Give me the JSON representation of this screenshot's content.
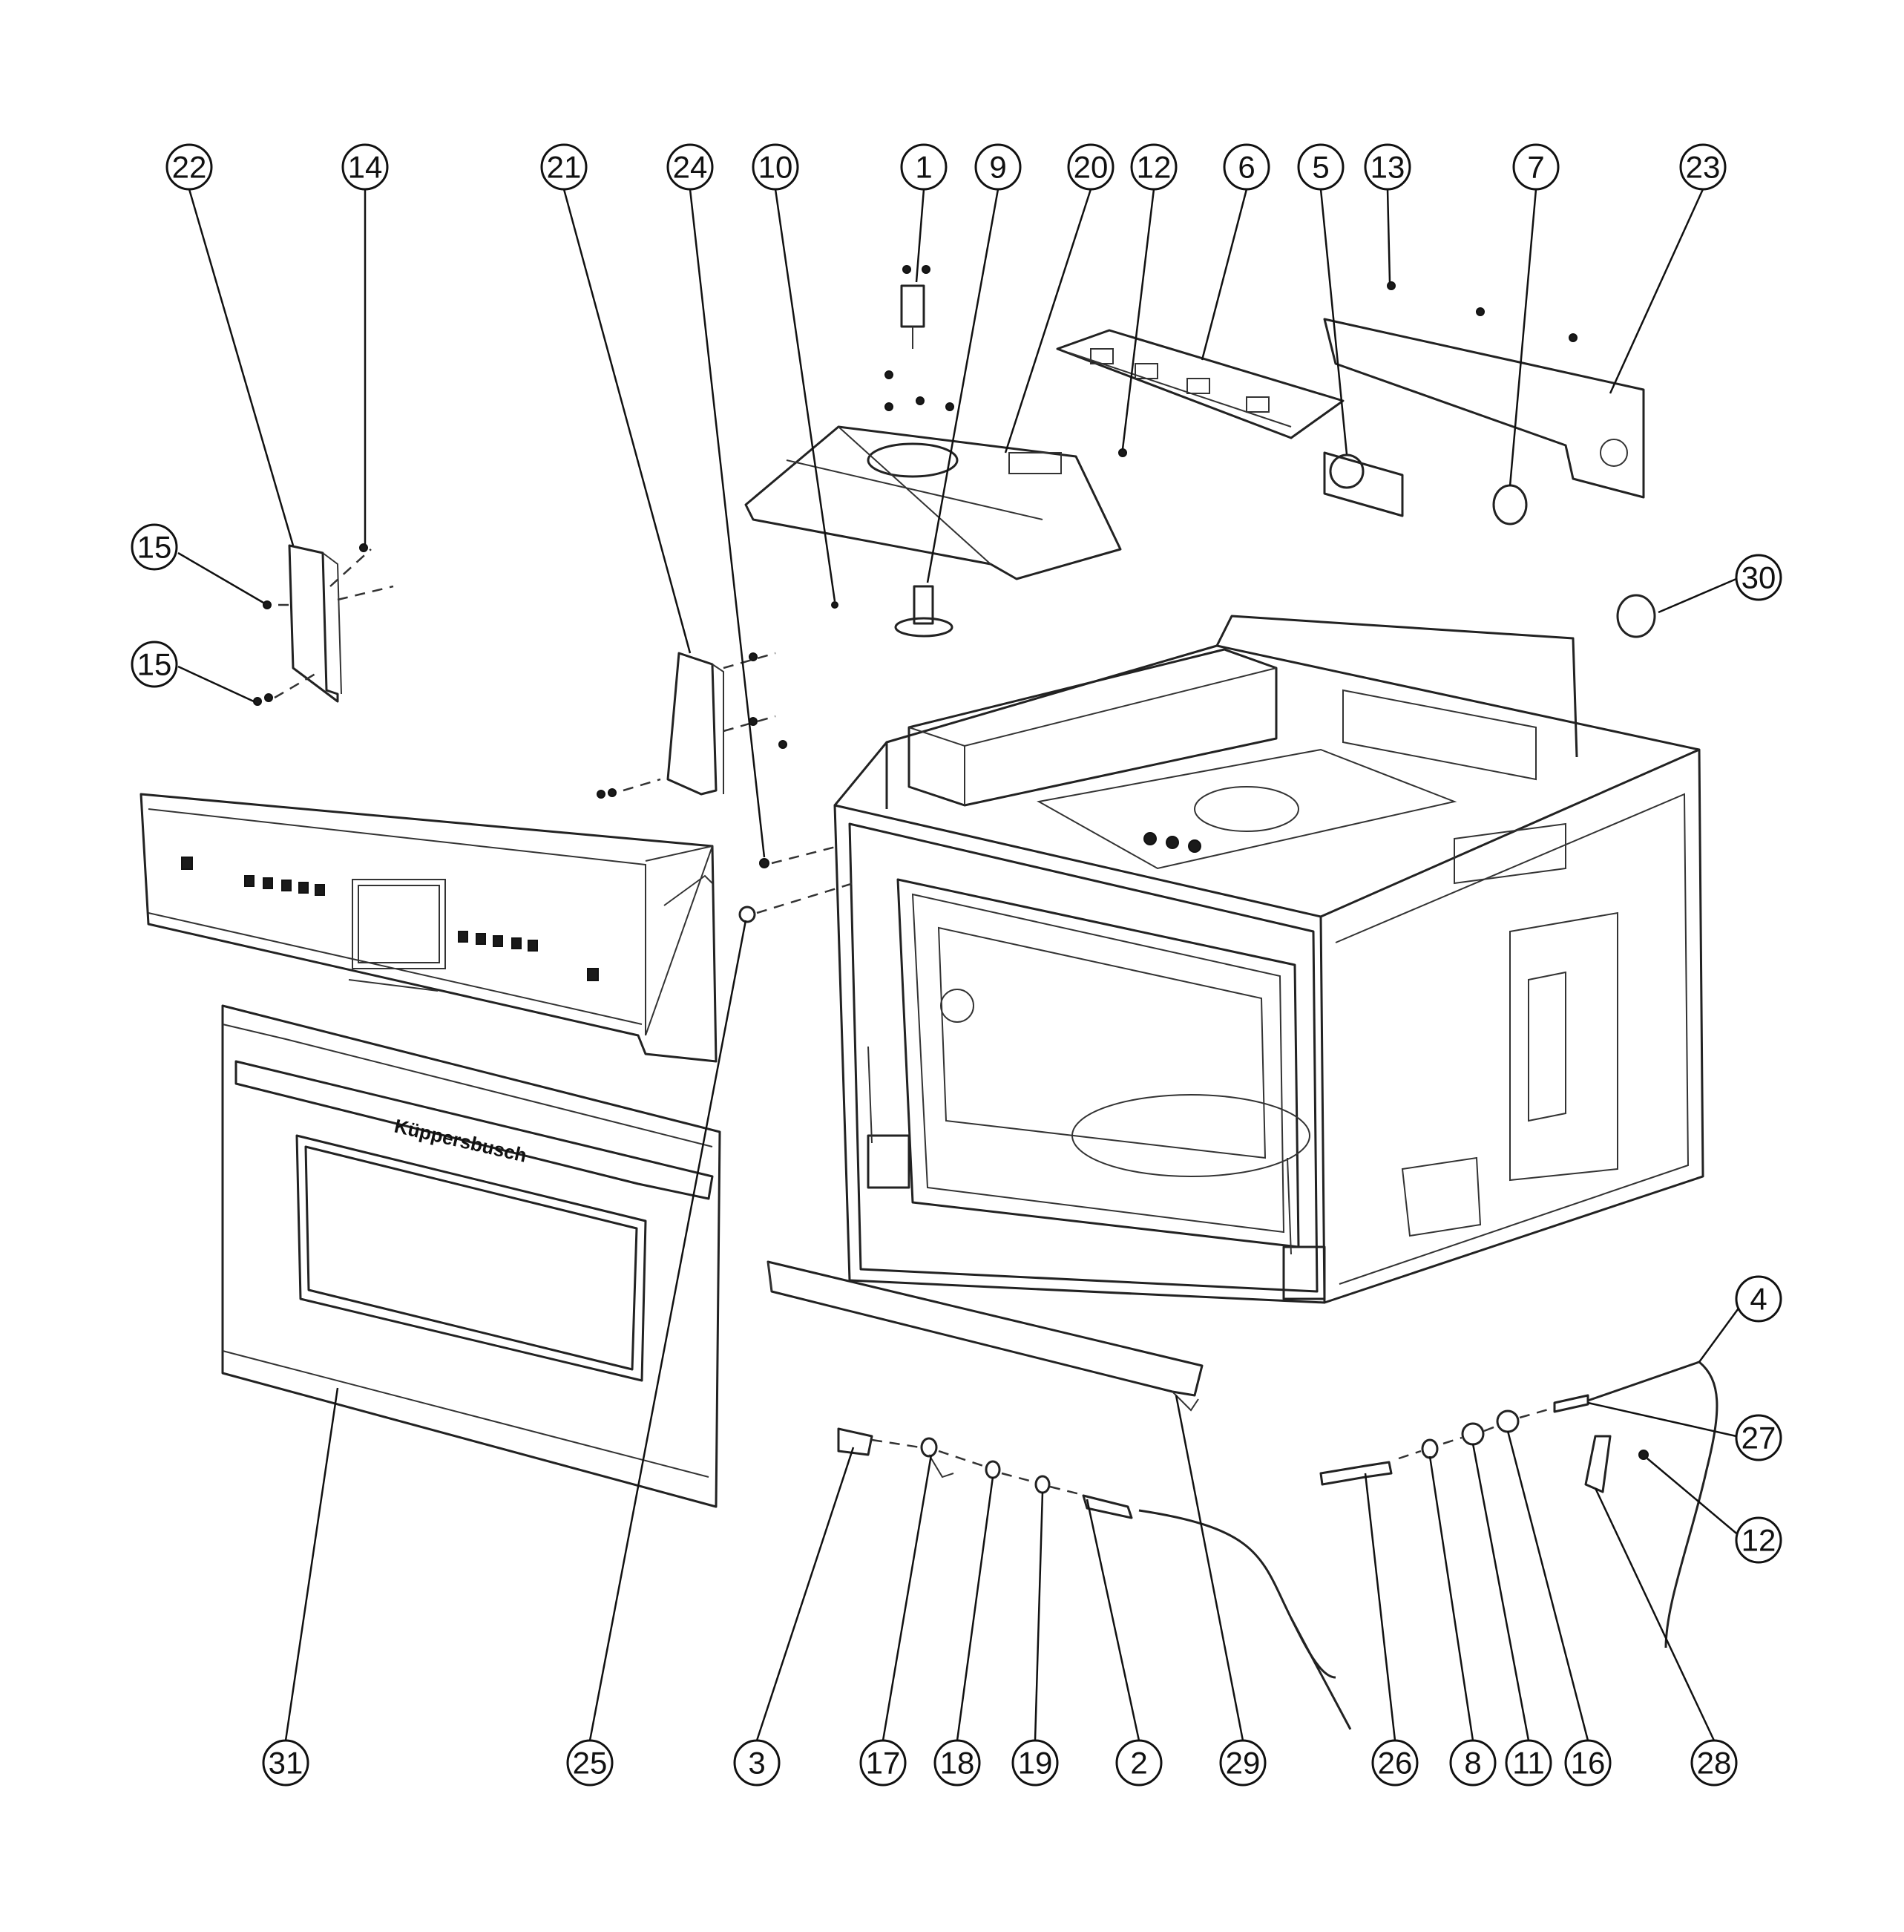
{
  "diagram": {
    "brand_label": "Küppersbusch",
    "callouts": [
      {
        "id": "c22",
        "label": "22"
      },
      {
        "id": "c14",
        "label": "14"
      },
      {
        "id": "c21",
        "label": "21"
      },
      {
        "id": "c24",
        "label": "24"
      },
      {
        "id": "c10",
        "label": "10"
      },
      {
        "id": "c1",
        "label": "1"
      },
      {
        "id": "c9",
        "label": "9"
      },
      {
        "id": "c20",
        "label": "20"
      },
      {
        "id": "c12a",
        "label": "12"
      },
      {
        "id": "c6",
        "label": "6"
      },
      {
        "id": "c5",
        "label": "5"
      },
      {
        "id": "c13",
        "label": "13"
      },
      {
        "id": "c7",
        "label": "7"
      },
      {
        "id": "c23",
        "label": "23"
      },
      {
        "id": "c15a",
        "label": "15"
      },
      {
        "id": "c15b",
        "label": "15"
      },
      {
        "id": "c30",
        "label": "30"
      },
      {
        "id": "c4",
        "label": "4"
      },
      {
        "id": "c27",
        "label": "27"
      },
      {
        "id": "c12b",
        "label": "12"
      },
      {
        "id": "c31",
        "label": "31"
      },
      {
        "id": "c25",
        "label": "25"
      },
      {
        "id": "c3",
        "label": "3"
      },
      {
        "id": "c17",
        "label": "17"
      },
      {
        "id": "c18",
        "label": "18"
      },
      {
        "id": "c19",
        "label": "19"
      },
      {
        "id": "c2",
        "label": "2"
      },
      {
        "id": "c29",
        "label": "29"
      },
      {
        "id": "c26",
        "label": "26"
      },
      {
        "id": "c8",
        "label": "8"
      },
      {
        "id": "c11",
        "label": "11"
      },
      {
        "id": "c16",
        "label": "16"
      },
      {
        "id": "c28",
        "label": "28"
      }
    ]
  }
}
